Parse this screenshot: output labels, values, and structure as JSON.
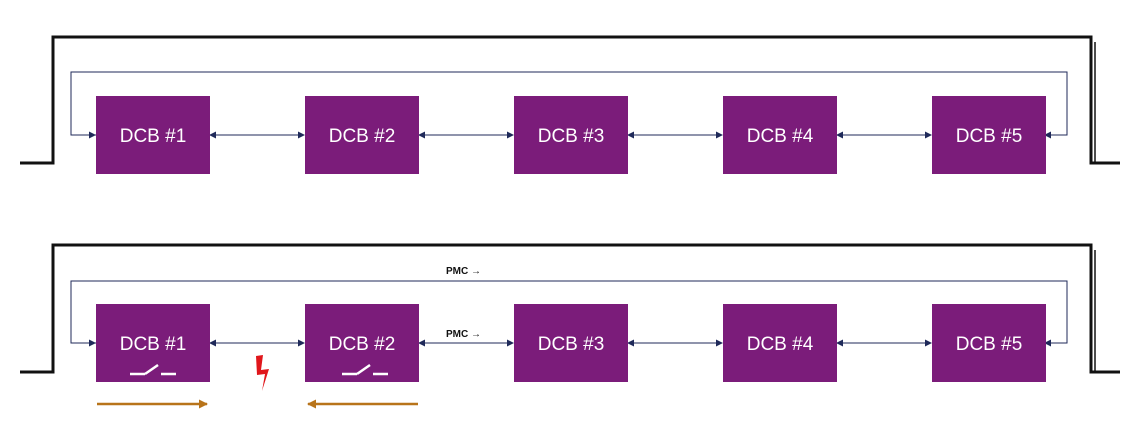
{
  "colors": {
    "box": "#7b1c7a",
    "box_text": "#ffffff",
    "bus": "#111111",
    "comm_line": "#1f2a5a",
    "current_arrow": "#b8741a",
    "fault": "#e0161b"
  },
  "diagrams": [
    {
      "boxes": [
        "DCB #1",
        "DCB #2",
        "DCB #3",
        "DCB #4",
        "DCB #5"
      ],
      "open_switches": [],
      "pmc_labels": [],
      "fault": false,
      "current_arrows": []
    },
    {
      "boxes": [
        "DCB #1",
        "DCB #2",
        "DCB #3",
        "DCB #4",
        "DCB #5"
      ],
      "open_switches": [
        0,
        1
      ],
      "pmc_labels": [
        "PMC →",
        "PMC →"
      ],
      "fault": true,
      "current_arrows": [
        "right",
        "left"
      ]
    }
  ]
}
